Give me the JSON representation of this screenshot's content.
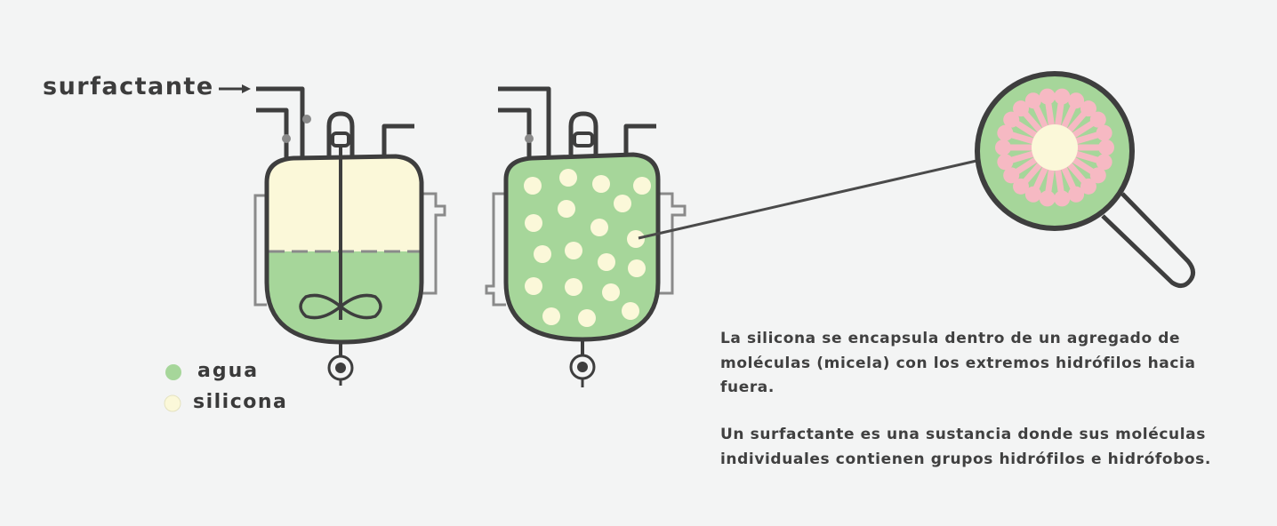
{
  "labels": {
    "surfactant": "surfactante"
  },
  "legend": [
    {
      "name": "agua",
      "color": "#a6d69a"
    },
    {
      "name": "silicona",
      "color": "#fbf8d9"
    }
  ],
  "description": {
    "paragraph_1": "La silicona se encapsula dentro de un agregado de moléculas (micela) con los extremos hidrófilos hacia fuera.",
    "paragraph_2": "Un surfactante es una sustancia donde sus moléculas individuales contienen grupos hidrófilos e hidrófobos."
  },
  "colors": {
    "water": "#a6d69a",
    "silicone": "#fbf8d9",
    "outline": "#3e3e3e",
    "hydrophilic_head": "#f6b9c3",
    "background": "#f3f4f4"
  }
}
